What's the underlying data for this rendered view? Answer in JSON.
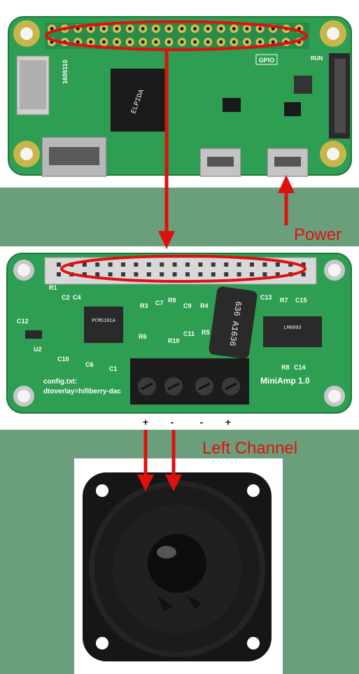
{
  "colors": {
    "background": "#6b9f7c",
    "pcb": "#2e9e52",
    "annotation": "#e01010"
  },
  "labels": {
    "power": "Power",
    "left_channel": "Left Channel"
  },
  "pi_board": {
    "gpio_silk": "GPIO",
    "run_silk": "RUN",
    "soc_marking": "ELPIDA",
    "sd_marking": "1609110"
  },
  "amp_board": {
    "title": "MiniAmp 1.0",
    "config_line1": "config.txt:",
    "config_line2": "dtoverlay=hifiberry-dac",
    "dac_chip": "PCM5101A",
    "amp_chip": "LM8803",
    "capacitor_text": "636 A1636",
    "components": [
      "R1",
      "C2",
      "C4",
      "R3",
      "C7",
      "R9",
      "C9",
      "R4",
      "C13",
      "R7",
      "C15",
      "C12",
      "U2",
      "C10",
      "C6",
      "C1",
      "R6",
      "R10",
      "C11",
      "R5",
      "R8",
      "C14"
    ],
    "terminal_signs": [
      "+",
      "-",
      "-",
      "+"
    ]
  }
}
